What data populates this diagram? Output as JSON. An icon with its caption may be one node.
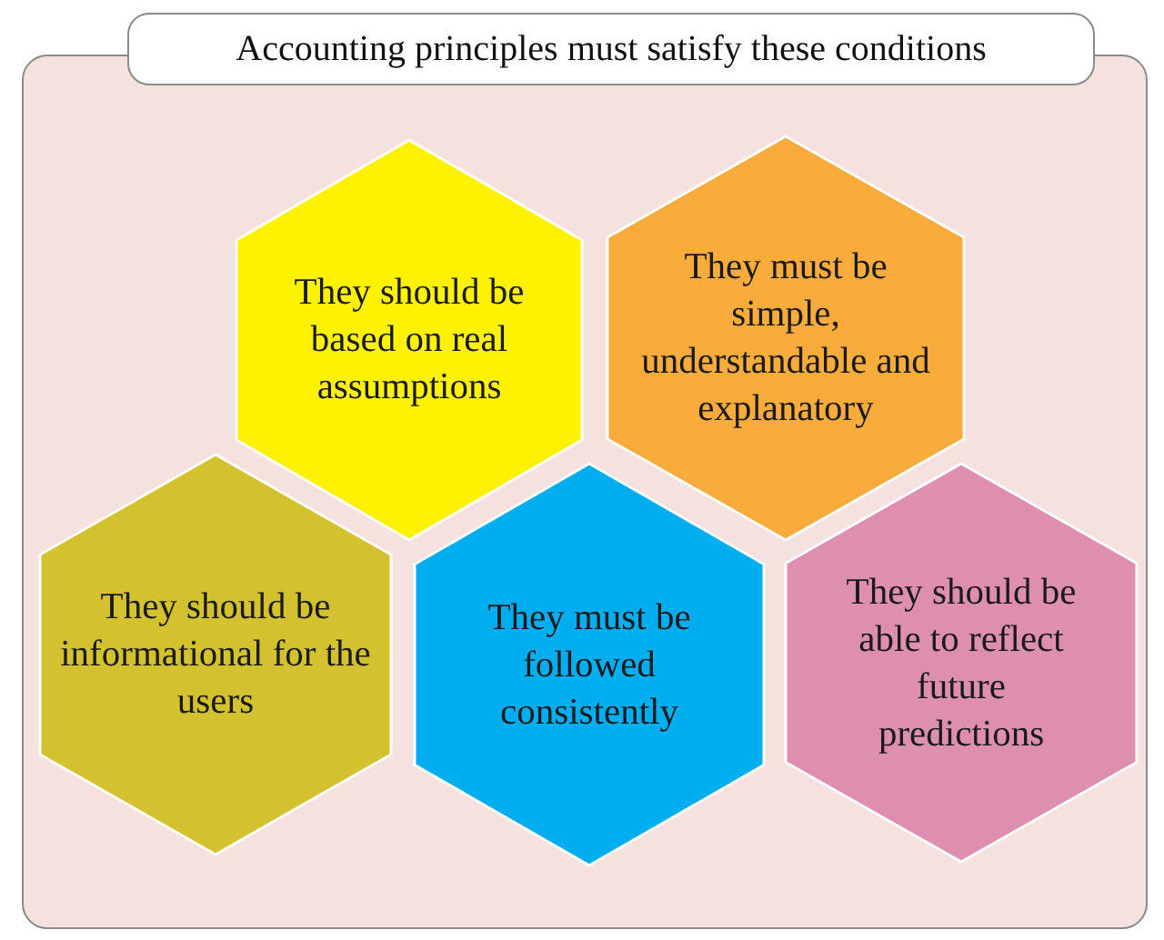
{
  "diagram": {
    "title": "Accounting principles must satisfy these conditions",
    "nodes": [
      {
        "text": [
          "They should be based on real assumptions"
        ]
      },
      {
        "text": [
          "They must be simple, understandable and explanatory"
        ]
      },
      {
        "text": [
          "They should be informational for the users"
        ]
      },
      {
        "text": [
          "They must be followed consistently"
        ]
      },
      {
        "text": [
          "They should be able to reflect future predictions"
        ]
      }
    ]
  }
}
